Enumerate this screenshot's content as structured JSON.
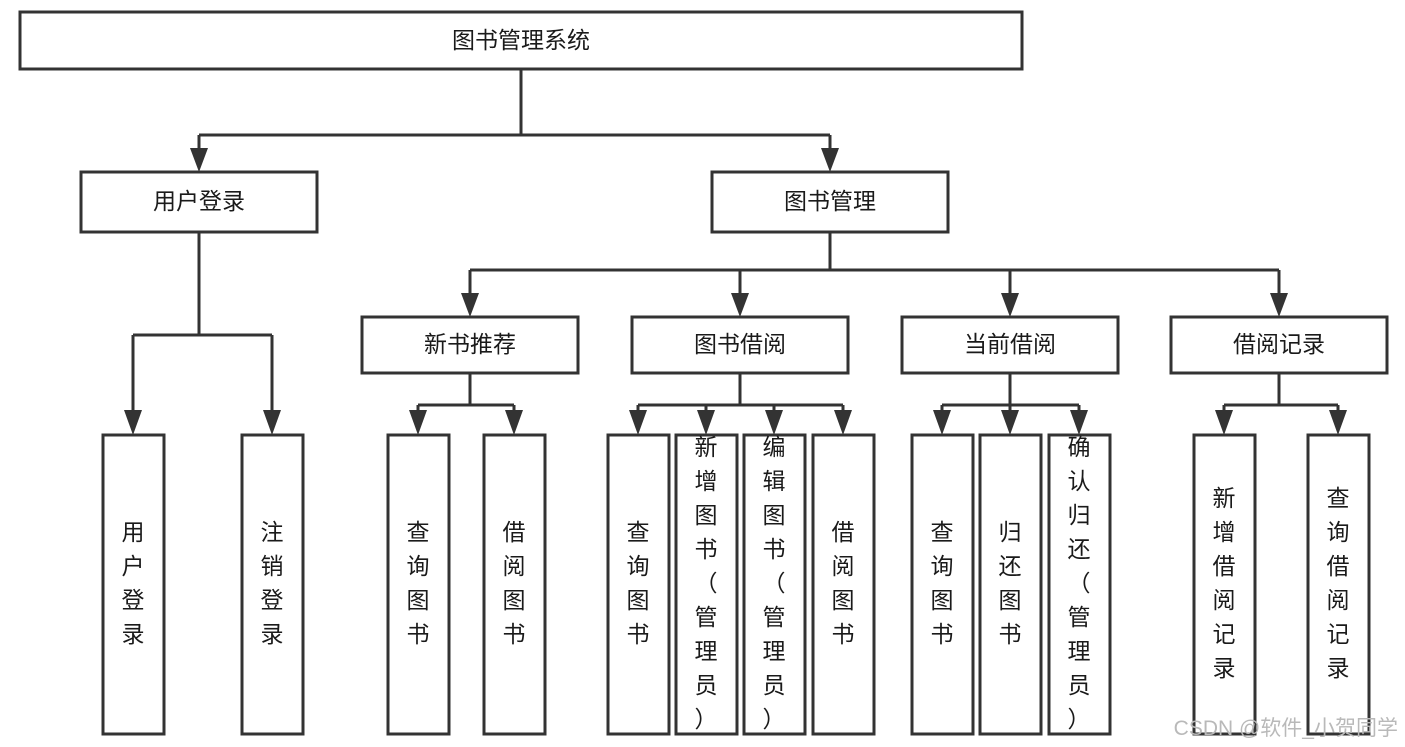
{
  "diagram": {
    "title": "图书管理系统",
    "type": "tree-hierarchy",
    "orientation": "top-down",
    "root": {
      "id": "root",
      "label": "图书管理系统",
      "text_orientation": "horizontal"
    },
    "level1": [
      {
        "id": "user-login",
        "label": "用户登录",
        "text_orientation": "horizontal"
      },
      {
        "id": "book-management",
        "label": "图书管理",
        "text_orientation": "horizontal"
      }
    ],
    "level2": [
      {
        "id": "new-book-recommend",
        "label": "新书推荐",
        "parent": "book-management",
        "text_orientation": "horizontal"
      },
      {
        "id": "book-borrow",
        "label": "图书借阅",
        "parent": "book-management",
        "text_orientation": "horizontal"
      },
      {
        "id": "current-borrow",
        "label": "当前借阅",
        "parent": "book-management",
        "text_orientation": "horizontal"
      },
      {
        "id": "borrow-record",
        "label": "借阅记录",
        "parent": "book-management",
        "text_orientation": "horizontal"
      }
    ],
    "leaves": [
      {
        "id": "leaf-user-login",
        "label": "用户登录",
        "parent": "user-login",
        "text_orientation": "vertical"
      },
      {
        "id": "leaf-user-logout",
        "label": "注销登录",
        "parent": "user-login",
        "text_orientation": "vertical"
      },
      {
        "id": "leaf-query-book-1",
        "label": "查询图书",
        "parent": "new-book-recommend",
        "text_orientation": "vertical"
      },
      {
        "id": "leaf-borrow-book-1",
        "label": "借阅图书",
        "parent": "new-book-recommend",
        "text_orientation": "vertical"
      },
      {
        "id": "leaf-query-book-2",
        "label": "查询图书",
        "parent": "book-borrow",
        "text_orientation": "vertical"
      },
      {
        "id": "leaf-add-book",
        "label": "新增图书（管理员）",
        "parent": "book-borrow",
        "text_orientation": "vertical"
      },
      {
        "id": "leaf-edit-book",
        "label": "编辑图书（管理员）",
        "parent": "book-borrow",
        "text_orientation": "vertical"
      },
      {
        "id": "leaf-borrow-book-2",
        "label": "借阅图书",
        "parent": "book-borrow",
        "text_orientation": "vertical"
      },
      {
        "id": "leaf-query-book-3",
        "label": "查询图书",
        "parent": "current-borrow",
        "text_orientation": "vertical"
      },
      {
        "id": "leaf-return-book",
        "label": "归还图书",
        "parent": "current-borrow",
        "text_orientation": "vertical"
      },
      {
        "id": "leaf-confirm-return",
        "label": "确认归还（管理员）",
        "parent": "current-borrow",
        "text_orientation": "vertical"
      },
      {
        "id": "leaf-add-record",
        "label": "新增借阅记录",
        "parent": "borrow-record",
        "text_orientation": "vertical"
      },
      {
        "id": "leaf-query-record",
        "label": "查询借阅记录",
        "parent": "borrow-record",
        "text_orientation": "vertical"
      }
    ],
    "colors": {
      "box_stroke": "#333333",
      "box_fill": "#ffffff",
      "connector": "#333333",
      "label": "#1a1a1a",
      "background": "#ffffff",
      "watermark": "#b9b9b9"
    }
  },
  "watermark": {
    "text": "CSDN @软件_小贺同学"
  }
}
